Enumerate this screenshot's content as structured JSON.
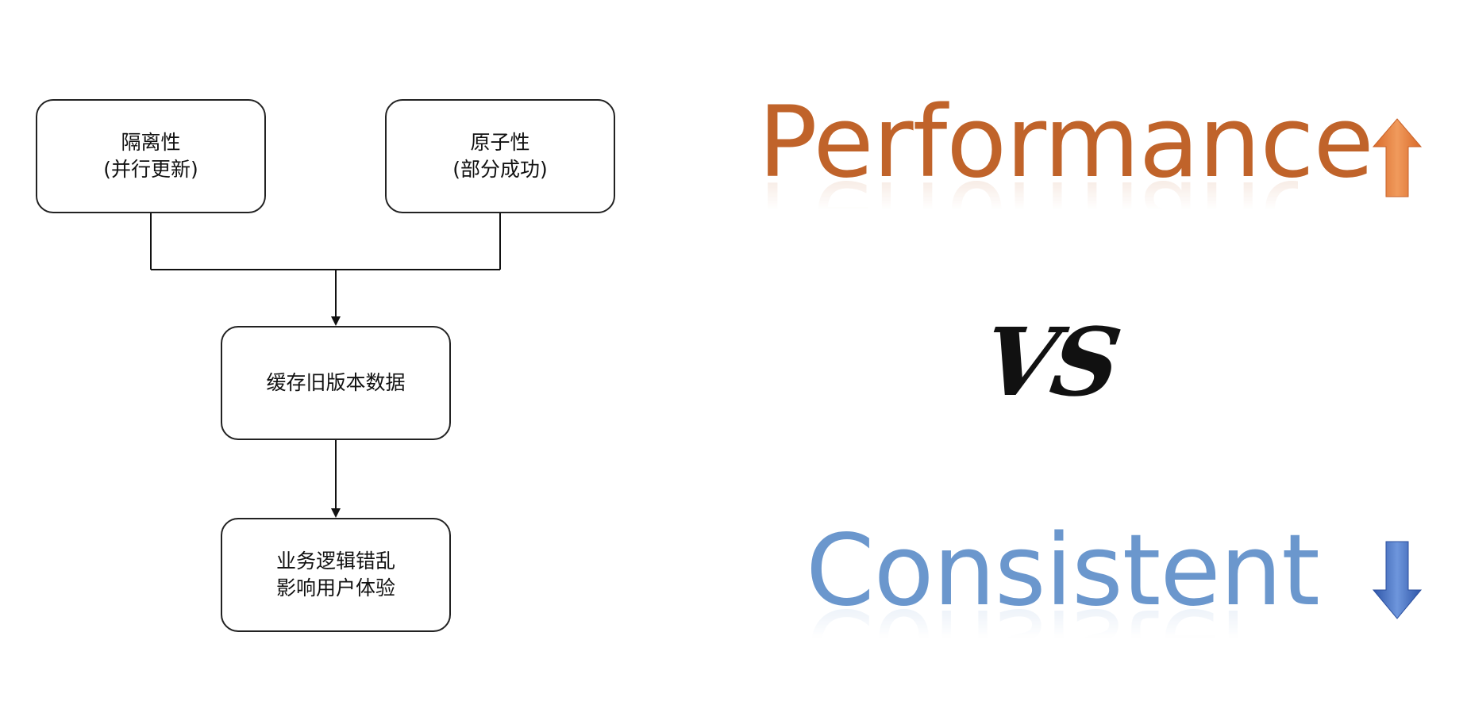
{
  "diagram": {
    "nodes": {
      "isolation": {
        "line1": "隔离性",
        "line2": "(并行更新)"
      },
      "atomicity": {
        "line1": "原子性",
        "line2": "(部分成功)"
      },
      "cache": {
        "line1": "缓存旧版本数据"
      },
      "result": {
        "line1": "业务逻辑错乱",
        "line2": "影响用户体验"
      }
    },
    "edges": [
      [
        "isolation",
        "cache"
      ],
      [
        "atomicity",
        "cache"
      ],
      [
        "cache",
        "result"
      ]
    ]
  },
  "comparison": {
    "top": {
      "word": "Performance",
      "color": "#c0632a",
      "trend": "up",
      "icon": "up-arrow-icon",
      "arrow_color": "#e07b39"
    },
    "middle": {
      "word": "VS"
    },
    "bottom": {
      "word": "Consistent",
      "color": "#6b97cd",
      "trend": "down",
      "icon": "down-arrow-icon",
      "arrow_color": "#3c66b8"
    }
  }
}
